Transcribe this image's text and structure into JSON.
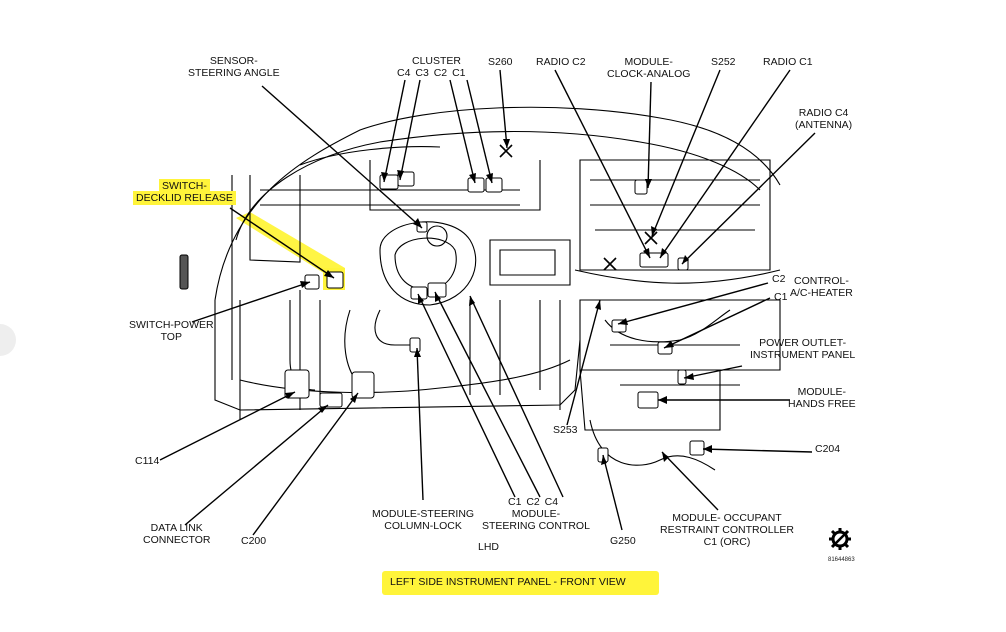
{
  "diagram": {
    "title": "LEFT SIDE INSTRUMENT PANEL - FRONT VIEW",
    "orientation": "LHD",
    "figure_id": "81644863",
    "highlight_color": "#fff43a",
    "line_color": "#000000",
    "labels": {
      "sensor_steering_angle": [
        "SENSOR-",
        "STEERING ANGLE"
      ],
      "cluster": "CLUSTER",
      "cluster_connectors": [
        "C4",
        "C3",
        "C2",
        "C1"
      ],
      "s260": "S260",
      "radio_c2": "RADIO C2",
      "module_clock_analog": [
        "MODULE-",
        "CLOCK-ANALOG"
      ],
      "s252": "S252",
      "radio_c1": "RADIO C1",
      "radio_c4": [
        "RADIO C4",
        "(ANTENNA)"
      ],
      "switch_decklid_release": [
        "SWITCH-",
        "DECKLID RELEASE"
      ],
      "switch_power_top": [
        "SWITCH-POWER",
        "TOP"
      ],
      "control_ac_heater": [
        "CONTROL-",
        "A/C-HEATER"
      ],
      "control_c2": "C2",
      "control_c1": "C1",
      "power_outlet": [
        "POWER OUTLET-",
        "INSTRUMENT PANEL"
      ],
      "module_hands_free": [
        "MODULE-",
        "HANDS FREE"
      ],
      "c204": "C204",
      "s253": "S253",
      "c114": "C114",
      "data_link_connector": [
        "DATA LINK",
        "CONNECTOR"
      ],
      "c200": "C200",
      "module_steering_column_lock": [
        "MODULE-STEERING",
        "COLUMN-LOCK"
      ],
      "steering_control_connectors": "C1  C2  C4",
      "module_steering_control": [
        "MODULE-",
        "STEERING CONTROL"
      ],
      "g250": "G250",
      "orc": [
        "MODULE- OCCUPANT",
        "RESTRAINT CONTROLLER",
        "C1 (ORC)"
      ]
    }
  }
}
